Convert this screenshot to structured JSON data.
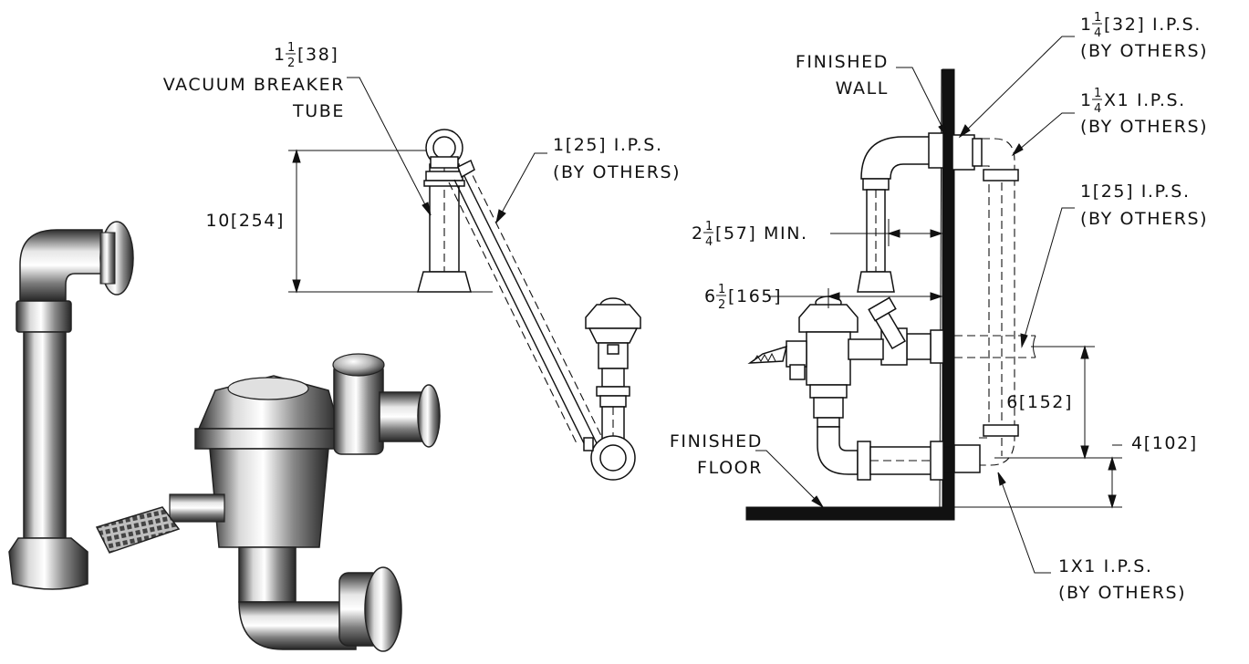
{
  "labels": {
    "vacuum_tube_size_whole": "1",
    "vacuum_tube_size_num": "1",
    "vacuum_tube_size_den": "2",
    "vacuum_tube_size_metric": "[38]",
    "vacuum_tube_line1": "VACUUM BREAKER",
    "vacuum_tube_line2": "TUBE",
    "height_dim": "10[254]",
    "supply_ips_left_line1": "1[25] I.P.S.",
    "supply_ips_left_line2": "(BY OTHERS)",
    "finished_wall_line1": "FINISHED",
    "finished_wall_line2": "WALL",
    "top_ips_whole": "1",
    "top_ips_num": "1",
    "top_ips_den": "4",
    "top_ips_rest": "[32] I.P.S.",
    "top_ips_line2": "(BY OTHERS)",
    "reducer_whole": "1",
    "reducer_num": "1",
    "reducer_den": "4",
    "reducer_rest": "X1 I.P.S.",
    "reducer_line2": "(BY OTHERS)",
    "supply_ips_right_line1": "1[25] I.P.S.",
    "supply_ips_right_line2": "(BY OTHERS)",
    "min_dim_whole": "2",
    "min_dim_num": "1",
    "min_dim_den": "4",
    "min_dim_rest": "[57] MIN.",
    "depth_dim_whole": "6",
    "depth_dim_num": "1",
    "depth_dim_den": "2",
    "depth_dim_rest": "[165]",
    "rise_dim": "6[152]",
    "floor_dim": "4[102]",
    "finished_floor_line1": "FINISHED",
    "finished_floor_line2": "FLOOR",
    "bottom_ips_line1": "1X1 I.P.S.",
    "bottom_ips_line2": "(BY OTHERS)"
  },
  "colors": {
    "line": "#111111",
    "chrome_dark": "#3a3a3a",
    "chrome_light": "#e8e8e8"
  }
}
